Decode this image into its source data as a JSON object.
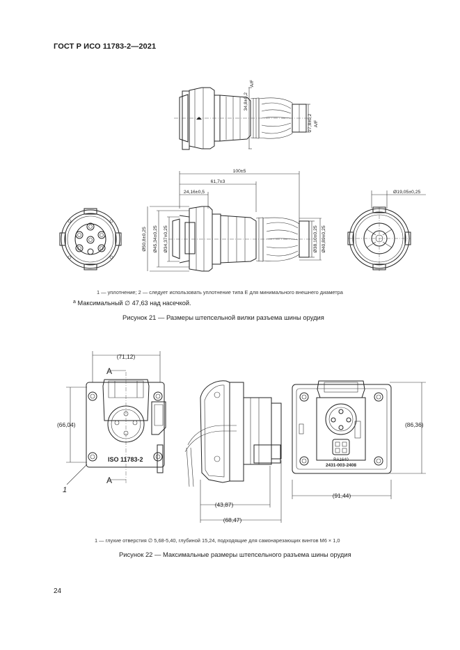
{
  "header": {
    "title": "ГОСТ Р ИСО 11783-2—2021"
  },
  "figure21": {
    "dims_top": {
      "af_large": "34,8±0,2",
      "af_large_unit": "A/F",
      "af_small": "27,8±0,2",
      "af_small_unit": "A/F"
    },
    "dims_main": {
      "len_100": "100±5",
      "len_61": "61,7±3",
      "len_24": "24,16±0,5",
      "dia_50": "Ø50,8±0,25",
      "dia_45": "Ø45,34±0,25",
      "dia_34": "Ø34,37±0,25",
      "dia_38": "Ø38,10±0,25",
      "dia_40": "Ø40,89±0,25",
      "dia_19": "Ø19,05±0,25"
    },
    "note": "1 — уплотнение; 2 — следует использовать уплотнение типа E для минимального внешнего диаметра",
    "footnote_mark": "a",
    "footnote": "Максимальный ∅ 47,63 над насечкой.",
    "caption": "Рисунок 21 — Размеры штепсельной вилки разъема шины орудия"
  },
  "figure22": {
    "dim_width": "(71,12)",
    "dim_height": "(66,04)",
    "section_a_top": "A",
    "section_a_bottom": "A",
    "iso_label": "ISO 11783-2",
    "callout": "1",
    "dim_43": "(43,87)",
    "dim_68": "(68,47)",
    "dim_86": "(86,36)",
    "dim_91": "(91,44)",
    "part_code_1": "RA1640",
    "part_code_2": "2431-003-2408",
    "note": "1 — глухие отверстия ∅ 5,68-5,40, глубиной 15,24, подходящие для самонарезающих винтов M6 × 1,0",
    "caption": "Рисунок 22 — Максимальные размеры штепсельного разъема шины орудия"
  },
  "page": {
    "number": "24"
  }
}
